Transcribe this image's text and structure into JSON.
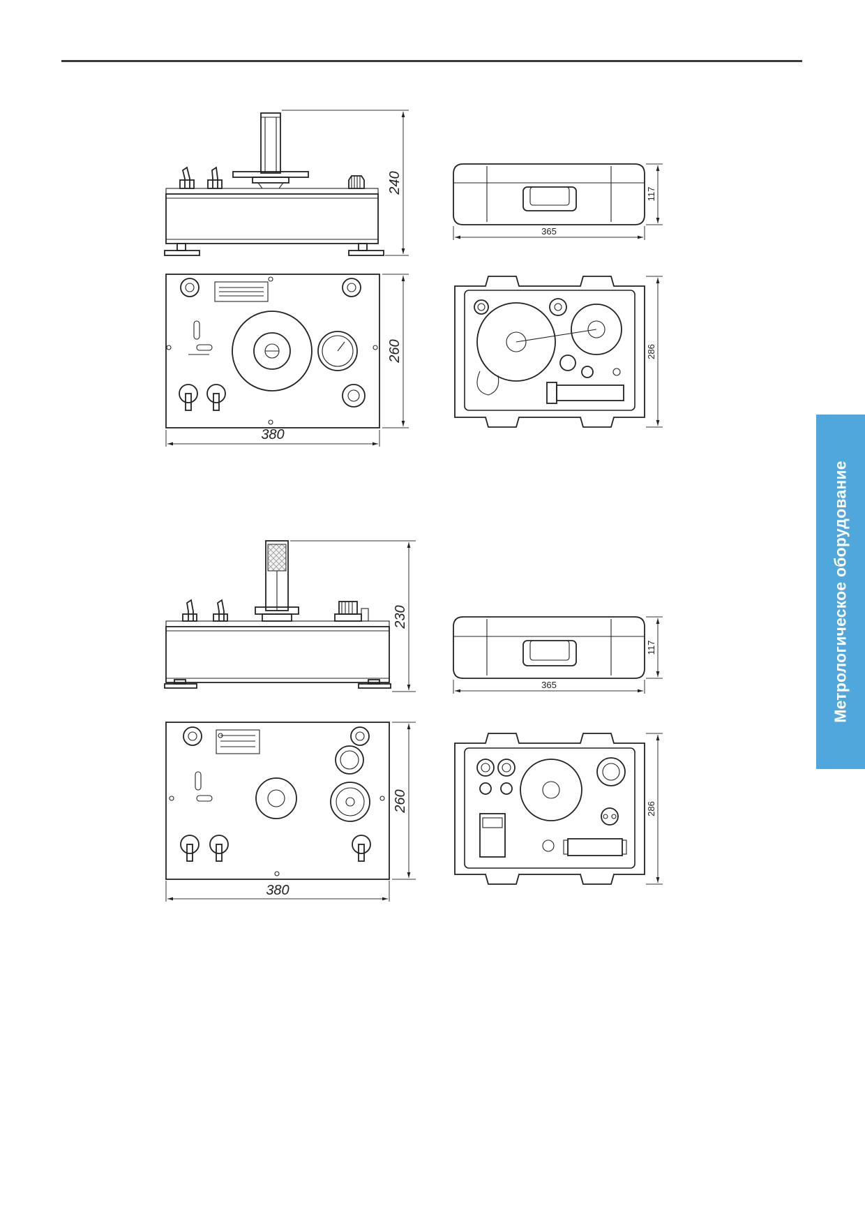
{
  "side_tab": {
    "label": "Метрологическое оборудование",
    "color": "#4fa7dc"
  },
  "drawings": {
    "set1": {
      "front_height": "240",
      "plan_depth": "260",
      "plan_width": "380",
      "case_height": "117",
      "case_width": "365",
      "case_depth": "286"
    },
    "set2": {
      "front_height": "230",
      "plan_depth": "260",
      "plan_width": "380",
      "case_height": "117",
      "case_width": "365",
      "case_depth": "286"
    }
  }
}
